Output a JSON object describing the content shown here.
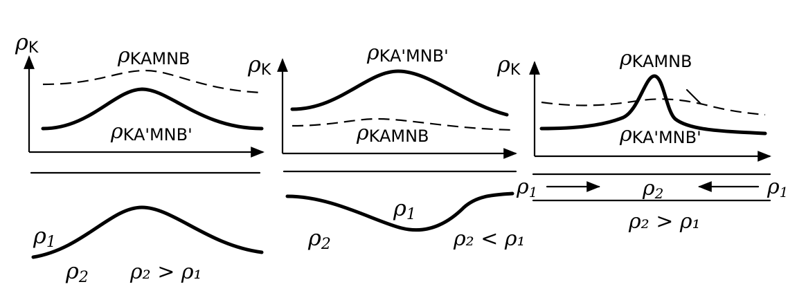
{
  "panels": [
    {
      "axis_label": "ρ",
      "axis_sub": "K",
      "upper_curve_label": "ρ",
      "upper_curve_sub": "KAMNB",
      "lower_curve_label": "ρ",
      "lower_curve_sub": "KA'MNB'",
      "medium_left": "ρ",
      "medium_left_sub": "1",
      "medium_right": "ρ",
      "medium_right_sub": "2",
      "condition": "ρ₂ > ρ₁"
    },
    {
      "axis_label": "ρ",
      "axis_sub": "K",
      "upper_curve_label": "ρ",
      "upper_curve_sub": "KA'MNB'",
      "lower_curve_label": "ρ",
      "lower_curve_sub": "KAMNB",
      "medium_upper": "ρ",
      "medium_upper_sub": "1",
      "medium_lower": "ρ",
      "medium_lower_sub": "2",
      "condition": "ρ₂ < ρ₁"
    },
    {
      "axis_label": "ρ",
      "axis_sub": "K",
      "upper_curve_label": "ρ",
      "upper_curve_sub": "KAMNB",
      "lower_curve_label": "ρ",
      "lower_curve_sub": "KA'MNB'",
      "left_medium": "ρ",
      "left_medium_sub": "1",
      "center_medium": "ρ",
      "center_medium_sub": "2",
      "right_medium": "ρ",
      "right_medium_sub": "1",
      "condition": "ρ₂ > ρ₁"
    }
  ]
}
